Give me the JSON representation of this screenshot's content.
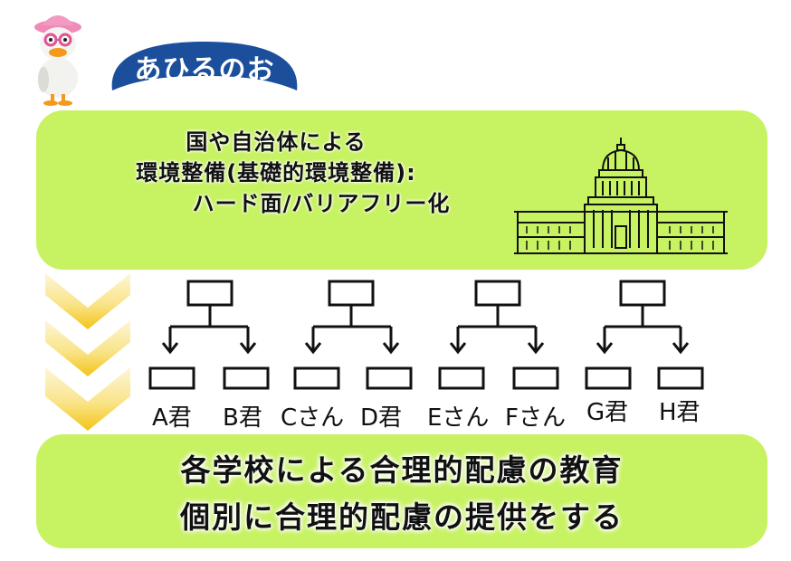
{
  "logo": {
    "text": "あひるのお",
    "color": "#1b4f9c"
  },
  "top_panel": {
    "line1": "国や自治体による",
    "line2": "環境整備(基礎的環境整備):",
    "line3": "ハード面/バリアフリー化",
    "icon": "government-building-icon",
    "background": "#c7f261"
  },
  "org_chart": {
    "students": [
      "A君",
      "B君",
      "Cさん",
      "D君",
      "Eさん",
      "Fさん",
      "G君",
      "H君"
    ]
  },
  "bottom_panel": {
    "line1": "各学校による合理的配慮の教育",
    "line2": "個別に合理的配慮の提供をする",
    "background": "#c7f261"
  },
  "arrow_icon": "chevron-down-icon",
  "arrow_color": "#f5c518"
}
